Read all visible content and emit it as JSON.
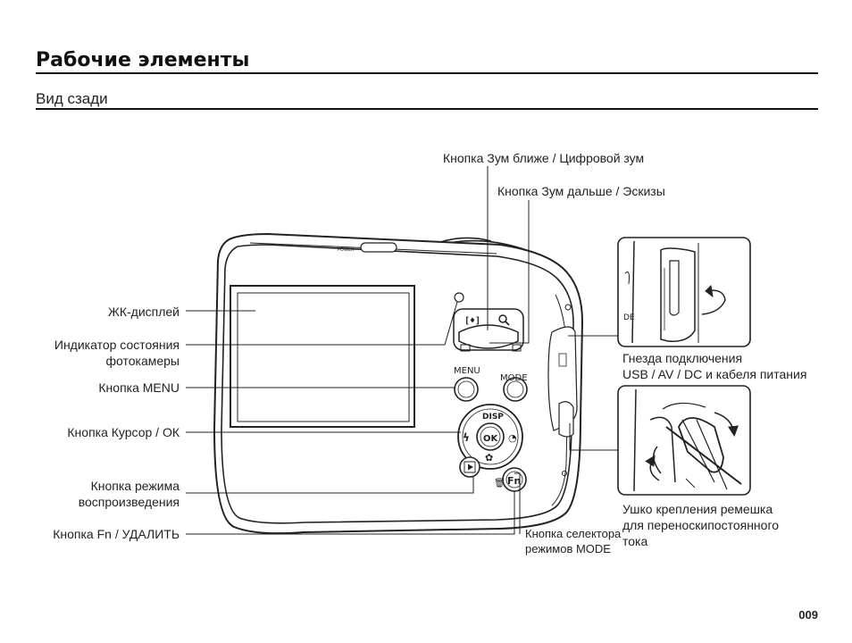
{
  "page": {
    "title": "Рабочие элементы",
    "section": "Вид сзади",
    "page_number": "009"
  },
  "camera": {
    "power_label": "POWER",
    "buttons": {
      "menu": "MENU",
      "mode": "MODE",
      "disp": "DISP",
      "ok": "OK",
      "fn": "Fn"
    }
  },
  "labels": {
    "zoom_in": "Кнопка Зум ближе / Цифровой зум",
    "zoom_out": "Кнопка Зум дальше / Эскизы",
    "lcd": "ЖК-дисплей",
    "status_line1": "Индикатор состояния",
    "status_line2": "фотокамеры",
    "menu_button": "Кнопка MENU",
    "cursor_ok": "Кнопка Курсор / ОК",
    "playback_line1": "Кнопка режима",
    "playback_line2": "воспроизведения",
    "fn_delete": "Кнопка Fn / УДАЛИТЬ",
    "mode_selector_line1": "Кнопка селектора",
    "mode_selector_line2": "режимов MODE",
    "ports_line1": "Гнезда подключения",
    "ports_line2": "USB / AV / DC и кабеля питания",
    "strap_line1": "Ушко крепления ремешка",
    "strap_line2": "для переноскипостоянного",
    "strap_line3": "тока"
  }
}
